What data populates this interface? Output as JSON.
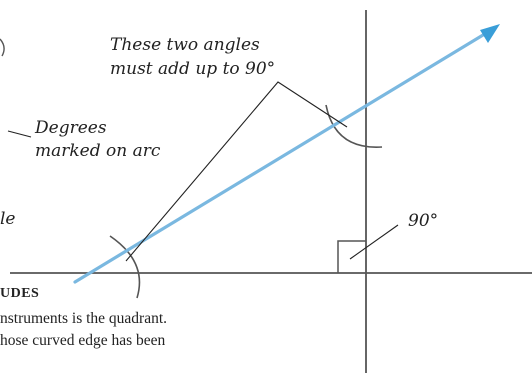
{
  "annotations": {
    "angles_sum": {
      "line1": "These two angles",
      "line2": "must add up to 90°"
    },
    "degrees_arc": {
      "line1": "Degrees",
      "line2": "marked on arc"
    },
    "cut_off_side": "le",
    "right_angle": "90°"
  },
  "text_snippet": {
    "heading_fragment": "UDES",
    "line1_fragment": "nstruments is the quadrant.",
    "line2_fragment": "hose curved edge has been"
  },
  "colors": {
    "ray": "#7ab8e0",
    "ray_arrow": "#3a9ed8",
    "lines": "#555555",
    "leaders": "#222222"
  }
}
